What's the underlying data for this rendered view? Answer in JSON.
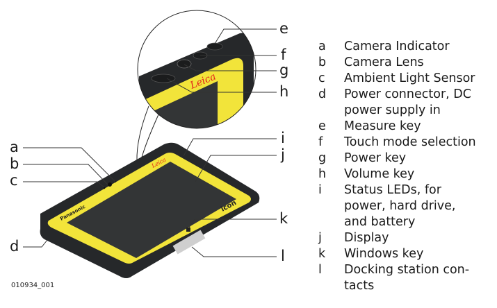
{
  "figure_id": "010934_001",
  "logos": {
    "leica": "Leica",
    "panasonic": "Panasonic",
    "icon": "icon"
  },
  "callouts": [
    "a",
    "b",
    "c",
    "d",
    "e",
    "f",
    "g",
    "h",
    "i",
    "j",
    "k",
    "l"
  ],
  "legend": [
    {
      "letter": "a",
      "lines": [
        "Camera Indicator"
      ]
    },
    {
      "letter": "b",
      "lines": [
        "Camera Lens"
      ]
    },
    {
      "letter": "c",
      "lines": [
        "Ambient Light Sensor"
      ]
    },
    {
      "letter": "d",
      "lines": [
        "Power connector, DC",
        "power supply in"
      ]
    },
    {
      "letter": "e",
      "lines": [
        "Measure key"
      ]
    },
    {
      "letter": "f",
      "lines": [
        "Touch mode selection"
      ]
    },
    {
      "letter": "g",
      "lines": [
        "Power key"
      ]
    },
    {
      "letter": "h",
      "lines": [
        "Volume key"
      ]
    },
    {
      "letter": "i",
      "lines": [
        "Status LEDs, for",
        "power, hard drive,",
        "and battery"
      ]
    },
    {
      "letter": "j",
      "lines": [
        "Display"
      ]
    },
    {
      "letter": "k",
      "lines": [
        "Windows key"
      ]
    },
    {
      "letter": "l",
      "lines": [
        "Docking station con-",
        "tacts"
      ]
    }
  ],
  "colors": {
    "yellow": "#f2e43a",
    "body": "#2b2d2e",
    "screen": "#333536",
    "leica_red": "#e2231a"
  }
}
